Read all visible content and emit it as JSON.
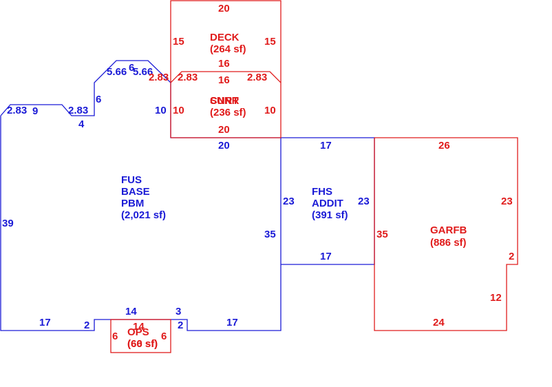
{
  "colors": {
    "main": "#1a1ad6",
    "accent": "#e01b1b",
    "background": "#ffffff"
  },
  "areas": {
    "main": {
      "l1": "FUS",
      "l2": "BASE",
      "l3": "PBM",
      "l4": "(2,021 sf)"
    },
    "addition": {
      "l1": "FHS",
      "l2": "ADDIT",
      "l3": "(391 sf)"
    },
    "garage": {
      "l1": "GARFB",
      "l2": "(886 sf)"
    },
    "deck": {
      "l1": "DECK",
      "l2": "(264 sf)"
    },
    "sunroom": {
      "l1a": "SUNR",
      "l1b": "CNRT",
      "l2": "(236 sf)"
    },
    "porch": {
      "l1": "OPS",
      "l2a": "(66 sf)",
      "l2b": "(60 sf)"
    }
  },
  "dims": {
    "main": {
      "left": "39",
      "top_left_slant": "2.83",
      "top_left_9": "9",
      "top_left_283b": "2.83",
      "notch_4": "4",
      "rise_6": "6",
      "roof_566a": "5.66",
      "roof_6": "6",
      "roof_566b": "5.66",
      "mid_10": "10",
      "top_20": "20",
      "right_35": "35",
      "bottom_left_17": "17",
      "bottom_2a": "2",
      "bottom_14": "14",
      "bottom_3": "3",
      "bottom_2b": "2",
      "bottom_right_17": "17"
    },
    "addition": {
      "top": "17",
      "bottom": "17",
      "left": "23",
      "right": "23"
    },
    "garage": {
      "top": "26",
      "right": "23",
      "notch": "2",
      "lower": "12",
      "bottom": "24",
      "left": "35"
    },
    "deck": {
      "top": "20",
      "left": "15",
      "right": "15",
      "bottom": "16"
    },
    "sunroom": {
      "top": "16",
      "slant_left": "2.83",
      "slant_left_b": "2.83",
      "slant_right": "2.83",
      "left": "10",
      "right": "10",
      "bottom": "20"
    },
    "porch": {
      "top": "14",
      "left": "6",
      "right": "6"
    }
  }
}
